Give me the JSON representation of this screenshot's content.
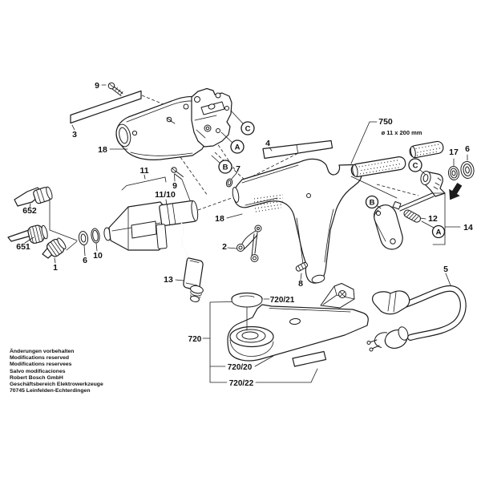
{
  "diagram": {
    "kind": "exploded-parts-diagram",
    "ink_color": "#1c1c1c",
    "background_color": "#ffffff"
  },
  "labels": {
    "n9a": "9",
    "n3": "3",
    "n18a": "18",
    "n11": "11",
    "n11_10": "11/10",
    "n9b": "9",
    "n652": "652",
    "n651": "651",
    "n1": "1",
    "n6a": "6",
    "n10": "10",
    "n13": "13",
    "n2": "2",
    "n18b": "18",
    "n7": "7",
    "n4": "4",
    "n750": "750",
    "n750size": "ø 11 x 200 mm",
    "n17": "17",
    "n6b": "6",
    "n12": "12",
    "n14": "14",
    "n5": "5",
    "n8": "8",
    "n72021": "720/21",
    "n720": "720",
    "n72020": "720/20",
    "n72022": "720/22",
    "cA": "A",
    "cB": "B",
    "cC": "C"
  },
  "footer": {
    "lines": [
      "Änderungen vorbehalten",
      "Modifications reserved",
      "Modifications reservees",
      "Salvo modificaciones",
      "Robert Bosch GmbH",
      "Geschäftsbereich Elektrowerkzeuge",
      "70745 Leinfelden-Echterdingen"
    ]
  }
}
